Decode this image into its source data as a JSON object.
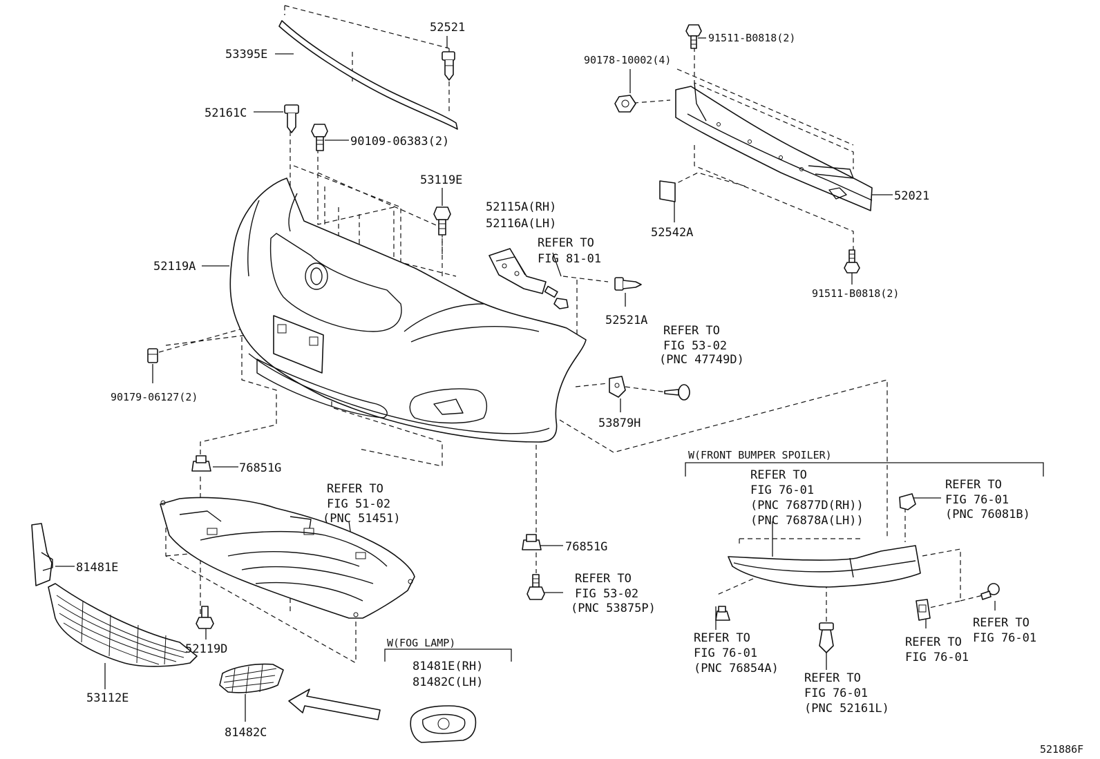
{
  "labels": {
    "p53395e": "53395E",
    "p52521": "52521",
    "p52161c": "52161C",
    "p90109": "90109-06383(2)",
    "p53119e": "53119E",
    "p52115a": "52115A(RH)",
    "p52116a": "52116A(LH)",
    "p52119a": "52119A",
    "p90178": "90178-10002(4)",
    "p91511_top": "91511-B0818(2)",
    "p52021": "52021",
    "p52542a": "52542A",
    "p91511_bot": "91511-B0818(2)",
    "p52521a": "52521A",
    "p53879h": "53879H",
    "p90179": "90179-06127(2)",
    "p76851g_left": "76851G",
    "p76851g_right": "76851G",
    "p81481e": "81481E",
    "p52119d": "52119D",
    "p53112e": "53112E",
    "p81482c": "81482C",
    "p81481e_rh": "81481E(RH)",
    "p81482c_lh": "81482C(LH)",
    "figure_code": "521886F"
  },
  "refs": {
    "fig8101": [
      "REFER TO",
      "FIG 81-01"
    ],
    "fig5302_47749d": [
      "REFER TO",
      "FIG 53-02",
      "(PNC 47749D)"
    ],
    "fig5102": [
      "REFER TO",
      "FIG 51-02",
      "(PNC 51451)"
    ],
    "fig5302_53875p": [
      "REFER TO",
      "FIG 53-02",
      "(PNC 53875P)"
    ],
    "fig7601_76877d": [
      "REFER TO",
      "FIG 76-01",
      "(PNC 76877D(RH))",
      "(PNC 76878A(LH))"
    ],
    "fig7601_76081b": [
      "REFER TO",
      "FIG 76-01",
      "(PNC 76081B)"
    ],
    "fig7601_76854a": [
      "REFER TO",
      "FIG 76-01",
      "(PNC 76854A)"
    ],
    "fig7601_52161l": [
      "REFER TO",
      "FIG 76-01",
      "(PNC 52161L)"
    ],
    "fig7601_a": [
      "REFER TO",
      "FIG 76-01"
    ],
    "fig7601_b": [
      "REFER TO",
      "FIG 76-01"
    ]
  },
  "groups": {
    "front_bumper_spoiler": "W(FRONT BUMPER SPOILER)",
    "fog_lamp": "W(FOG LAMP)"
  }
}
